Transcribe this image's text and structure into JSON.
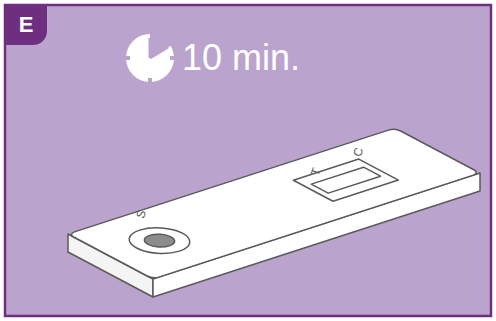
{
  "diagram": {
    "nodes": [
      {
        "text": [
          "E"
        ]
      }
    ],
    "labels": [
      "10 min.",
      "S",
      "T",
      "C"
    ]
  }
}
